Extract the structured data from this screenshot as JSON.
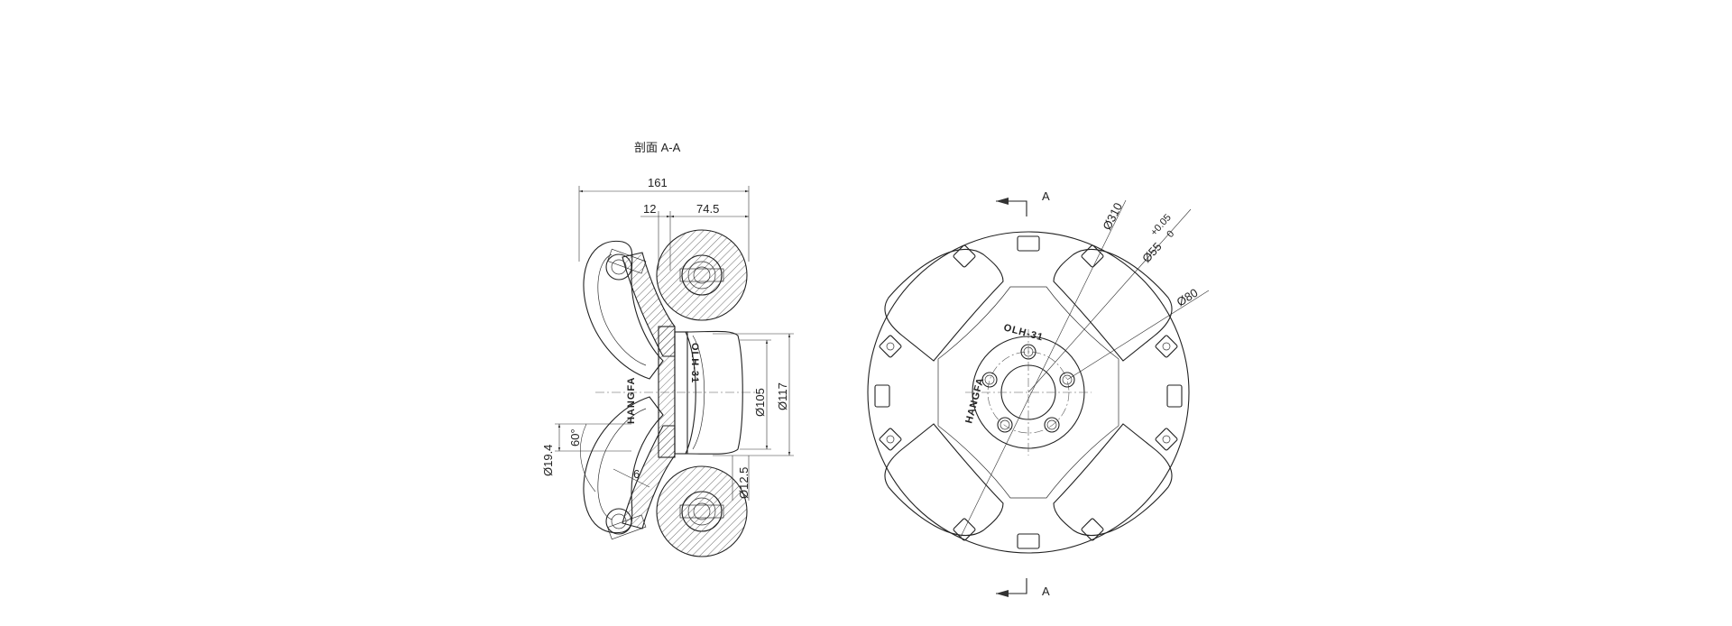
{
  "section_title": "剖面 A-A",
  "section_marker": "A",
  "brand_text": "HANGFA",
  "model_text": "OLH-31",
  "dimensions": {
    "overall_width": "161",
    "hub_offset": "12",
    "half_width": "74.5",
    "bore_105": "Ø105",
    "bore_117": "Ø117",
    "pin_19_4": "Ø19.4",
    "angle_60": "60°",
    "small_6": "6",
    "pin_12_5": "Ø12.5",
    "outer_310": "Ø310",
    "bore_55": "Ø55",
    "tol_upper": "+0.05",
    "tol_lower": "0",
    "pcd_80": "Ø80"
  }
}
